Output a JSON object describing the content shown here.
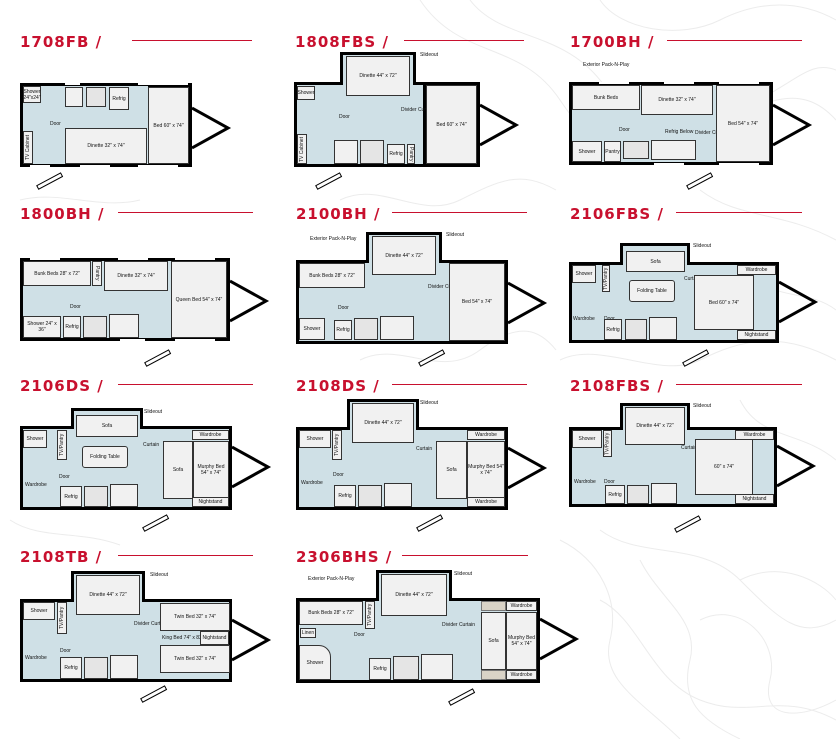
{
  "colors": {
    "brand_red": "#c8102e",
    "floor": "#cfe0e6",
    "fixture": "#f1f1f1",
    "wall": "#000000",
    "tan": "#d9d3c7"
  },
  "plans": [
    {
      "name": "1708FB",
      "title": "1708FB /",
      "labels": [
        "Shower 24\"x24\"",
        "Refrig",
        "Door",
        "Dinette 32\" x 74\"",
        "TV Cabinet",
        "Bed 60\" x 74\""
      ]
    },
    {
      "name": "1808FBS",
      "title": "1808FBS /",
      "labels": [
        "Slideout",
        "Dinette 44\" x 72\"",
        "Shower",
        "Door",
        "Divider Curtain",
        "Bed 60\" x 74\"",
        "TV Cabinet",
        "Refrig",
        "Pantry"
      ]
    },
    {
      "name": "1700BH",
      "title": "1700BH /",
      "labels": [
        "Exterior Pack-N-Play",
        "Bunk Beds",
        "Dinette 32\" x 74\"",
        "Door",
        "Refrig Below",
        "Divider Curtain",
        "Bed 54\" x 74\"",
        "Shower",
        "Pantry"
      ]
    },
    {
      "name": "1800BH",
      "title": "1800BH /",
      "labels": [
        "Bunk Beds 28\" x 72\"",
        "Pantry",
        "Dinette 32\" x 74\"",
        "Door",
        "Queen Bed 54\" x 74\"",
        "Shower 24\" x 36\"",
        "Refrig"
      ]
    },
    {
      "name": "2100BH",
      "title": "2100BH /",
      "labels": [
        "Exterior Pack-N-Play",
        "Slideout",
        "Dinette 44\" x 72\"",
        "Bunk Beds 28\" x 72\"",
        "Divider Curtain",
        "Door",
        "Bed 54\" x 74\"",
        "Shower",
        "Refrig"
      ]
    },
    {
      "name": "2106FBS",
      "title": "2106FBS /",
      "labels": [
        "Slideout",
        "Sofa",
        "Shower",
        "TV/Pantry",
        "Curtain",
        "Wardrobe",
        "Folding Table",
        "Bed 60\" x 74\"",
        "Door",
        "Wardrobe",
        "Refrig",
        "Nightstand"
      ]
    },
    {
      "name": "2106DS",
      "title": "2106DS /",
      "labels": [
        "Slideout",
        "Sofa",
        "Shower",
        "TV/Pantry",
        "Curtain",
        "Wardrobe",
        "Folding Table",
        "Sofa",
        "Murphy Bed 54\" x 74\"",
        "Door",
        "Wardrobe",
        "Refrig",
        "Nightstand"
      ]
    },
    {
      "name": "2108DS",
      "title": "2108DS /",
      "labels": [
        "Slideout",
        "Dinette 44\" x 72\"",
        "Shower",
        "TV/Pantry",
        "Curtain",
        "Wardrobe",
        "Sofa",
        "Murphy Bed 54\" x 74\"",
        "Door",
        "Wardrobe",
        "Refrig",
        "Wardrobe"
      ]
    },
    {
      "name": "2108FBS",
      "title": "2108FBS /",
      "labels": [
        "Slideout",
        "Dinette 44\" x 72\"",
        "Shower",
        "TV/Pantry",
        "Curtain",
        "Wardrobe",
        "60\" x 74\"",
        "Door",
        "Wardrobe",
        "Refrig",
        "Nightstand"
      ]
    },
    {
      "name": "2108TB",
      "title": "2108TB /",
      "labels": [
        "Slideout",
        "Dinette 44\" x 72\"",
        "Shower",
        "TV/Pantry",
        "Divider Curtain",
        "Twin Bed 32\" x 74\"",
        "King Bed 74\" x 82\"",
        "Nightstand",
        "Door",
        "Wardrobe",
        "Refrig",
        "Twin Bed 32\" x 74\""
      ]
    },
    {
      "name": "2306BHS",
      "title": "2306BHS /",
      "labels": [
        "Exterior Pack-N-Play",
        "Slideout",
        "Dinette 44\" x 72\"",
        "Bunk Beds 28\" x 72\"",
        "TV/Pantry",
        "Wardrobe",
        "Divider Curtain",
        "Linen",
        "Door",
        "Sofa",
        "Murphy Bed 54\" x 74\"",
        "Shower",
        "Refrig",
        "Wardrobe"
      ]
    }
  ]
}
